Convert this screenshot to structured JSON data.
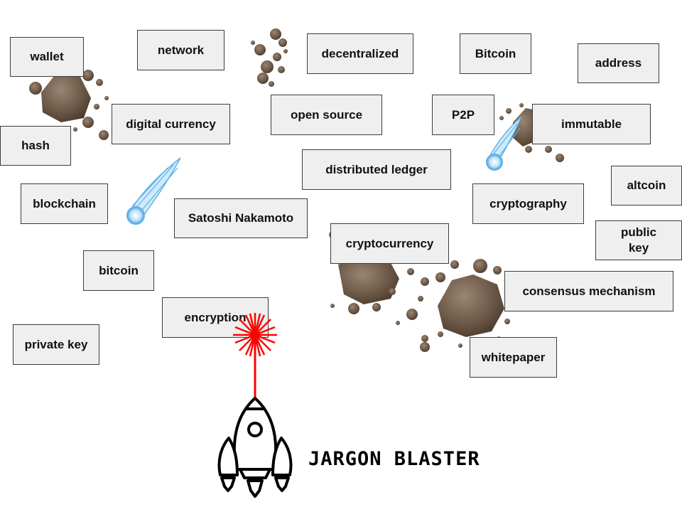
{
  "game": {
    "title": "JARGON BLASTER",
    "words": [
      {
        "id": "wallet",
        "text": "wallet"
      },
      {
        "id": "network",
        "text": "network"
      },
      {
        "id": "decentralized",
        "text": "decentralized"
      },
      {
        "id": "bitcoin-cap",
        "text": "Bitcoin"
      },
      {
        "id": "address",
        "text": "address"
      },
      {
        "id": "digital-currency",
        "text": "digital currency"
      },
      {
        "id": "open-source",
        "text": "open source"
      },
      {
        "id": "p2p",
        "text": "P2P"
      },
      {
        "id": "immutable",
        "text": "immutable"
      },
      {
        "id": "hash",
        "text": "hash"
      },
      {
        "id": "distributed-ledger",
        "text": "distributed ledger"
      },
      {
        "id": "altcoin",
        "text": "altcoin"
      },
      {
        "id": "blockchain",
        "text": "blockchain"
      },
      {
        "id": "satoshi-nakamoto",
        "text": "Satoshi Nakamoto"
      },
      {
        "id": "cryptography",
        "text": "cryptography"
      },
      {
        "id": "public-key",
        "text": "public key"
      },
      {
        "id": "cryptocurrency",
        "text": "cryptocurrency"
      },
      {
        "id": "bitcoin",
        "text": "bitcoin"
      },
      {
        "id": "consensus-mechanism",
        "text": "consensus mechanism"
      },
      {
        "id": "encryption",
        "text": "encryption"
      },
      {
        "id": "private-key",
        "text": "private key"
      },
      {
        "id": "whitepaper",
        "text": "whitepaper"
      }
    ],
    "icons": {
      "ship": "rocket-icon",
      "laser": "laser-beam-icon",
      "meteor": "comet-icon",
      "asteroid": "asteroid-icon"
    },
    "colors": {
      "laser": "#ff0000",
      "asteroid": "#6e5a48",
      "comet": "#5fb0e6",
      "box_fill": "#efefef"
    }
  }
}
